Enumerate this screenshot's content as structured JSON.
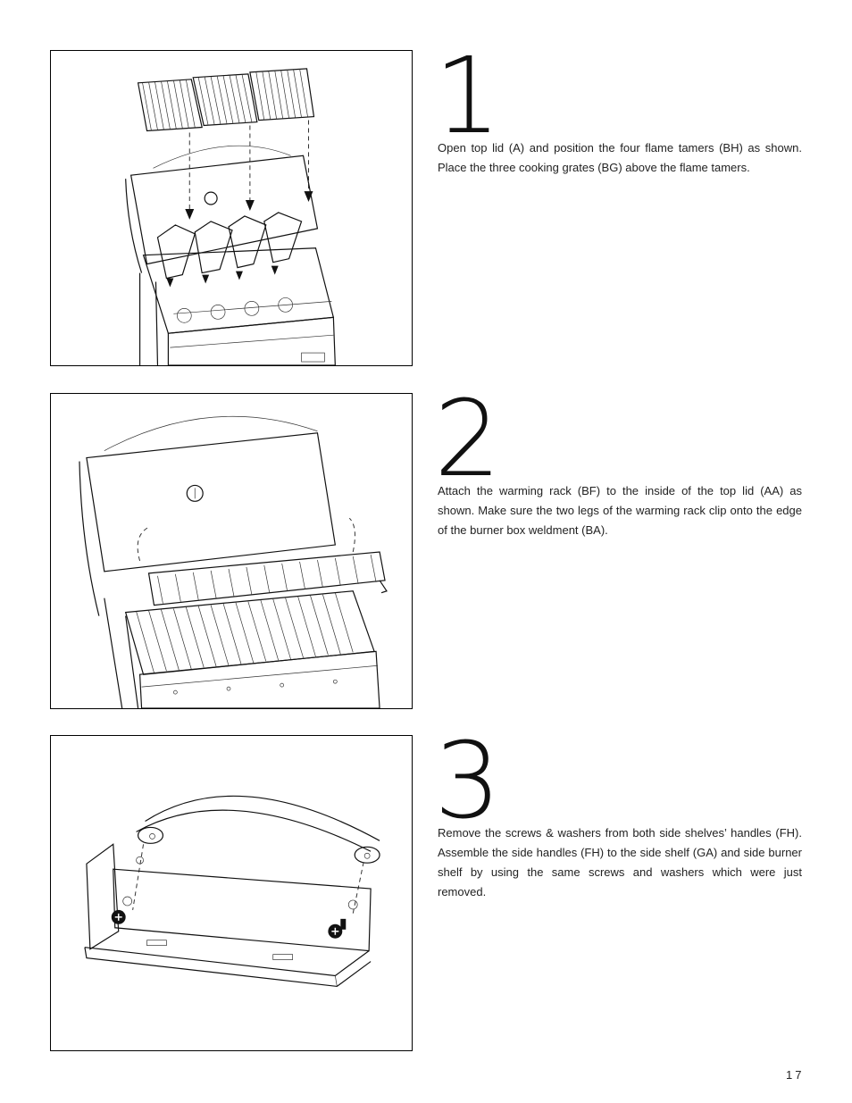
{
  "steps": [
    {
      "number": "1",
      "text": "Open top lid (A) and position the four flame tamers (BH) as shown. Place the three cooking grates (BG) above the flame tamers."
    },
    {
      "number": "2",
      "text": "Attach the warming rack (BF) to the inside of the top lid (AA) as shown. Make sure the two legs of the warming rack clip onto the edge of the burner box weldment (BA)."
    },
    {
      "number": "3",
      "text": "Remove the screws & washers from both side shelves’ handles (FH). Assemble the side handles (FH) to the side shelf (GA) and side burner shelf by using the same screws and washers which were just removed."
    }
  ],
  "page_number": "17"
}
